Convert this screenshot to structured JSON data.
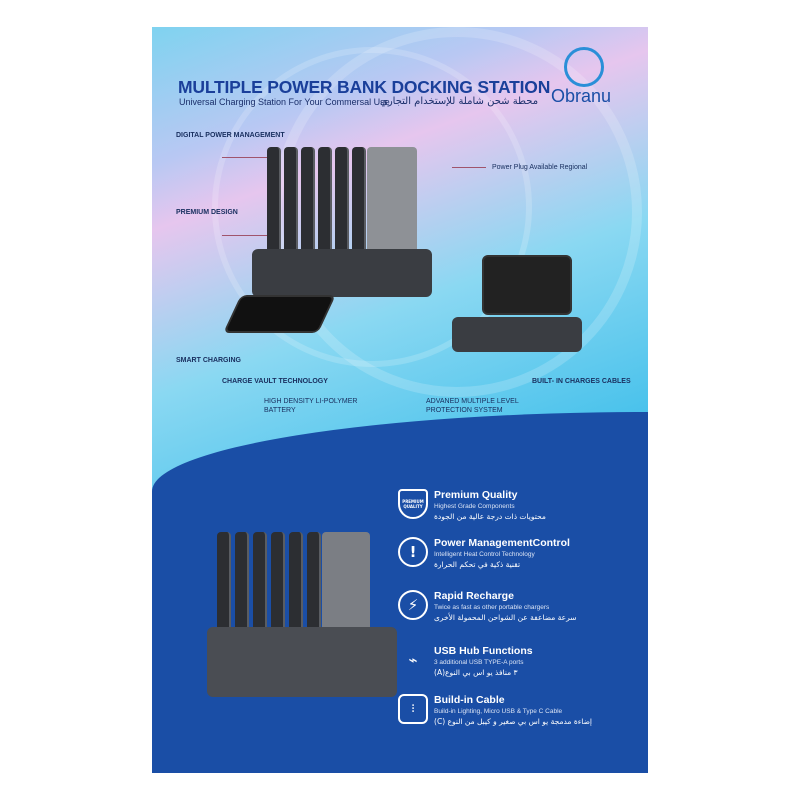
{
  "header": {
    "title": "MULTIPLE POWER BANK DOCKING STATION",
    "subtitle": "Universal Charging Station For Your Commersal Use",
    "subtitle_ar": "محطة شحن شاملة للإستخدام التجاري",
    "brand": "Obranu"
  },
  "callouts": {
    "digital": "DIGITAL POWER MANAGEMENT",
    "premium": "PREMIUM DESIGN",
    "plug": "Power Plug Available Regional",
    "smart": "SMART CHARGING",
    "vault": "CHARGE VAULT TECHNOLOGY",
    "battery": "HIGH DENSITY LI-POLYMER BATTERY",
    "protection": "ADVANED MULTIPLE LEVEL PROTECTION SYSTEM",
    "cables": "BUILT- IN CHARGES CABLES"
  },
  "badge": "PREMIUM QUALITY",
  "features": [
    {
      "title": "Premium Quality",
      "sub": "Highest Grade Components",
      "ar": "محتويات ذات درجة عالية من الجودة",
      "icon": "shield"
    },
    {
      "title": "Power ManagementControl",
      "sub": "Intelligent Heat Control Technology",
      "ar": "تقنية ذكية في تحكم الحرارة",
      "icon": "thermometer"
    },
    {
      "title": "Rapid Recharge",
      "sub": "Twice as fast as other portable chargers",
      "ar": "سرعة مضاعفة عن الشواحن المحمولة الأخرى",
      "icon": "lightning"
    },
    {
      "title": "USB Hub Functions",
      "sub": "3 additional USB TYPE-A ports",
      "ar": "٣ منافذ يو اس بي النوع(A)",
      "icon": "usb"
    },
    {
      "title": "Build-in Cable",
      "sub": "Build-in Lighting, Micro USB & Type C Cable",
      "ar": "إضاءة مدمجة يو اس بي صغير و كيبل من النوع (C)",
      "icon": "cable"
    }
  ]
}
